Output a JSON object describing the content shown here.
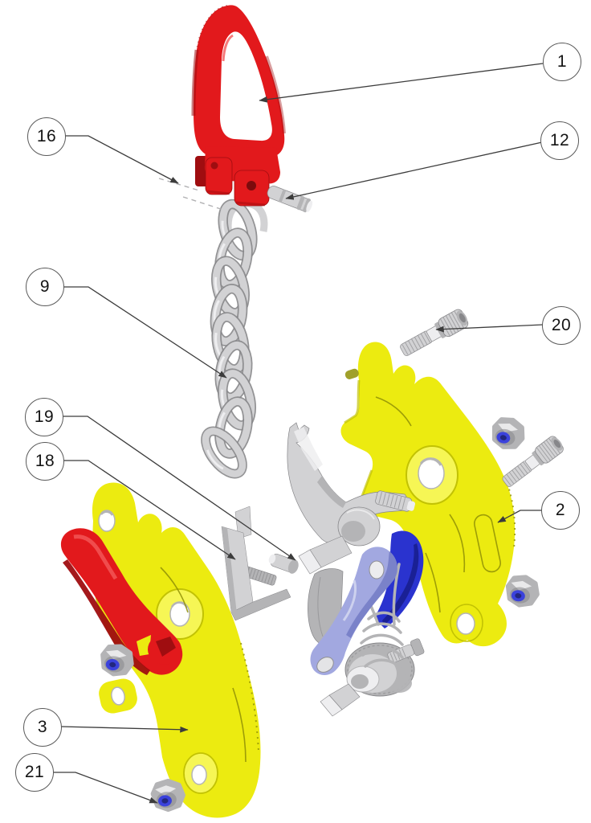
{
  "callouts": {
    "c1": {
      "label": "1"
    },
    "c2": {
      "label": "2"
    },
    "c3": {
      "label": "3"
    },
    "c9": {
      "label": "9"
    },
    "c12": {
      "label": "12"
    },
    "c16": {
      "label": "16"
    },
    "c18": {
      "label": "18"
    },
    "c19": {
      "label": "19"
    },
    "c20": {
      "label": "20"
    },
    "c21": {
      "label": "21"
    }
  },
  "colors": {
    "red": "#e2191c",
    "red-dark": "#9f0d10",
    "red-light": "#f4595a",
    "yellow": "#eceb10",
    "yellow-light": "#f6f655",
    "yellow-dark": "#c2c204",
    "yellow-deep": "#8f8f06",
    "gray": "#d2d2d4",
    "gray-mid": "#b4b4b6",
    "gray-dark": "#87878a",
    "gray-light": "#eeeef0",
    "lavender": "#a2a8e0",
    "lavender-dark": "#767dc6",
    "lavender-light": "#d2d5f0",
    "blue": "#2a33cf",
    "blue-dark": "#1a2095",
    "insert-blue": "#3b42dc",
    "line": "#3c3c3c",
    "circle-stroke": "#595959",
    "number": "#141414",
    "dash": "#b2b2b4"
  }
}
